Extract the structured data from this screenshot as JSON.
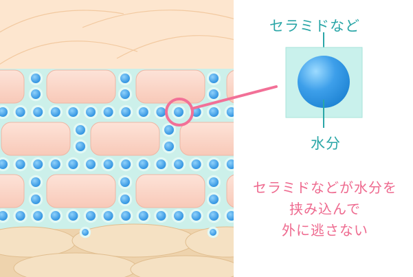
{
  "labels": {
    "top": "セラミドなど",
    "bottom": "水分"
  },
  "caption": {
    "lines": [
      "セラミドなどが水分を",
      "挟み込んで",
      "外に逃さない"
    ]
  },
  "colors": {
    "label": "#2aa6a7",
    "caption": "#ee6a8f",
    "cell": "#fbd9cd",
    "upper_layer": "#fde6cf",
    "basal_layer": "#f0d6b0",
    "gap": "#ccf0ea",
    "ceramide": "#3d9fea",
    "highlight_ring": "#f27097"
  }
}
